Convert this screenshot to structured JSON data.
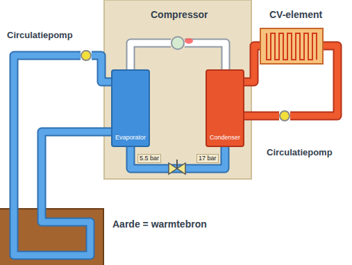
{
  "diagram": {
    "nodes": [
      {
        "text": [
          "Compressor"
        ]
      },
      {
        "text": [
          "Evaporator"
        ]
      },
      {
        "text": [
          "Condenser"
        ]
      },
      {
        "text": [
          "CV-element"
        ]
      },
      {
        "text": [
          "Circulatiepomp"
        ]
      },
      {
        "text": [
          "Circulatiepomp"
        ]
      },
      {
        "text": [
          "Aarde = warmtebron"
        ]
      }
    ],
    "edges": [
      {
        "from": 1,
        "to": 0,
        "arrow": "none"
      },
      {
        "from": 0,
        "to": 2,
        "arrow": "none"
      },
      {
        "from": 2,
        "to": 1,
        "arrow": "none"
      },
      {
        "from": 6,
        "to": 4,
        "arrow": "none"
      },
      {
        "from": 4,
        "to": 1,
        "arrow": "none"
      },
      {
        "from": 1,
        "to": 6,
        "arrow": "none"
      },
      {
        "from": 2,
        "to": 3,
        "arrow": "none"
      },
      {
        "from": 3,
        "to": 5,
        "arrow": "none"
      },
      {
        "from": 5,
        "to": 2,
        "arrow": "none"
      }
    ],
    "labels": [
      "5.5 bar",
      "17 bar"
    ]
  }
}
